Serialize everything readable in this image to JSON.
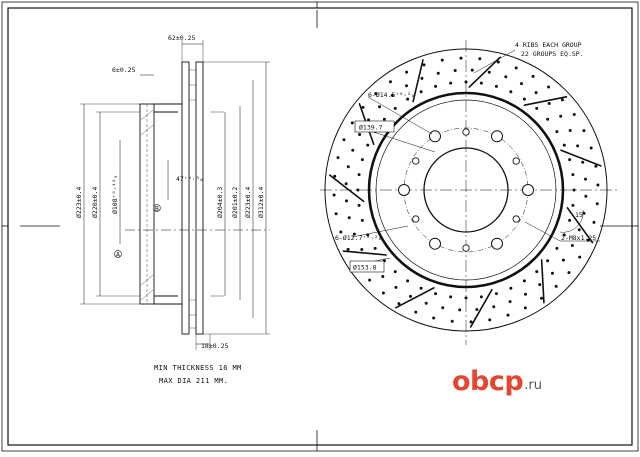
{
  "side_view": {
    "dims": {
      "width_62": "62±0.25",
      "thick_6": "6±0.25",
      "d223": "Ø223±0.4",
      "d220": "Ø220±0.4",
      "d108": "Ø108⁺⁰·¹⁴₀",
      "offset_47": "47⁺⁰·³₀",
      "d204": "Ø204±0.3",
      "d201": "Ø201±0.2",
      "d223b": "Ø223±0.4",
      "d312": "Ø312±0.4",
      "thick_18": "18±0.25"
    },
    "callout_a": "A",
    "callout_b": "B"
  },
  "front_view": {
    "ribs_note_1": "4 RIBS EACH GROUP",
    "ribs_note_2": "22 GROUPS EQ.SP.",
    "holes_large": "6-Ø14.5⁺⁰·²₀",
    "pcd": "Ø139.7",
    "holes_small": "6-Ø12.7⁺⁰·²₀",
    "thread": "2-M8x1.25",
    "angle": "15°",
    "hub_dia": "Ø153.8"
  },
  "notes": {
    "min_thickness": "MIN THICKNESS 16 MM",
    "max_dia": "MAX DIA 211 MM."
  },
  "watermark": {
    "brand": "obcp",
    "tld": ".ru",
    "color": "#e2472f"
  }
}
